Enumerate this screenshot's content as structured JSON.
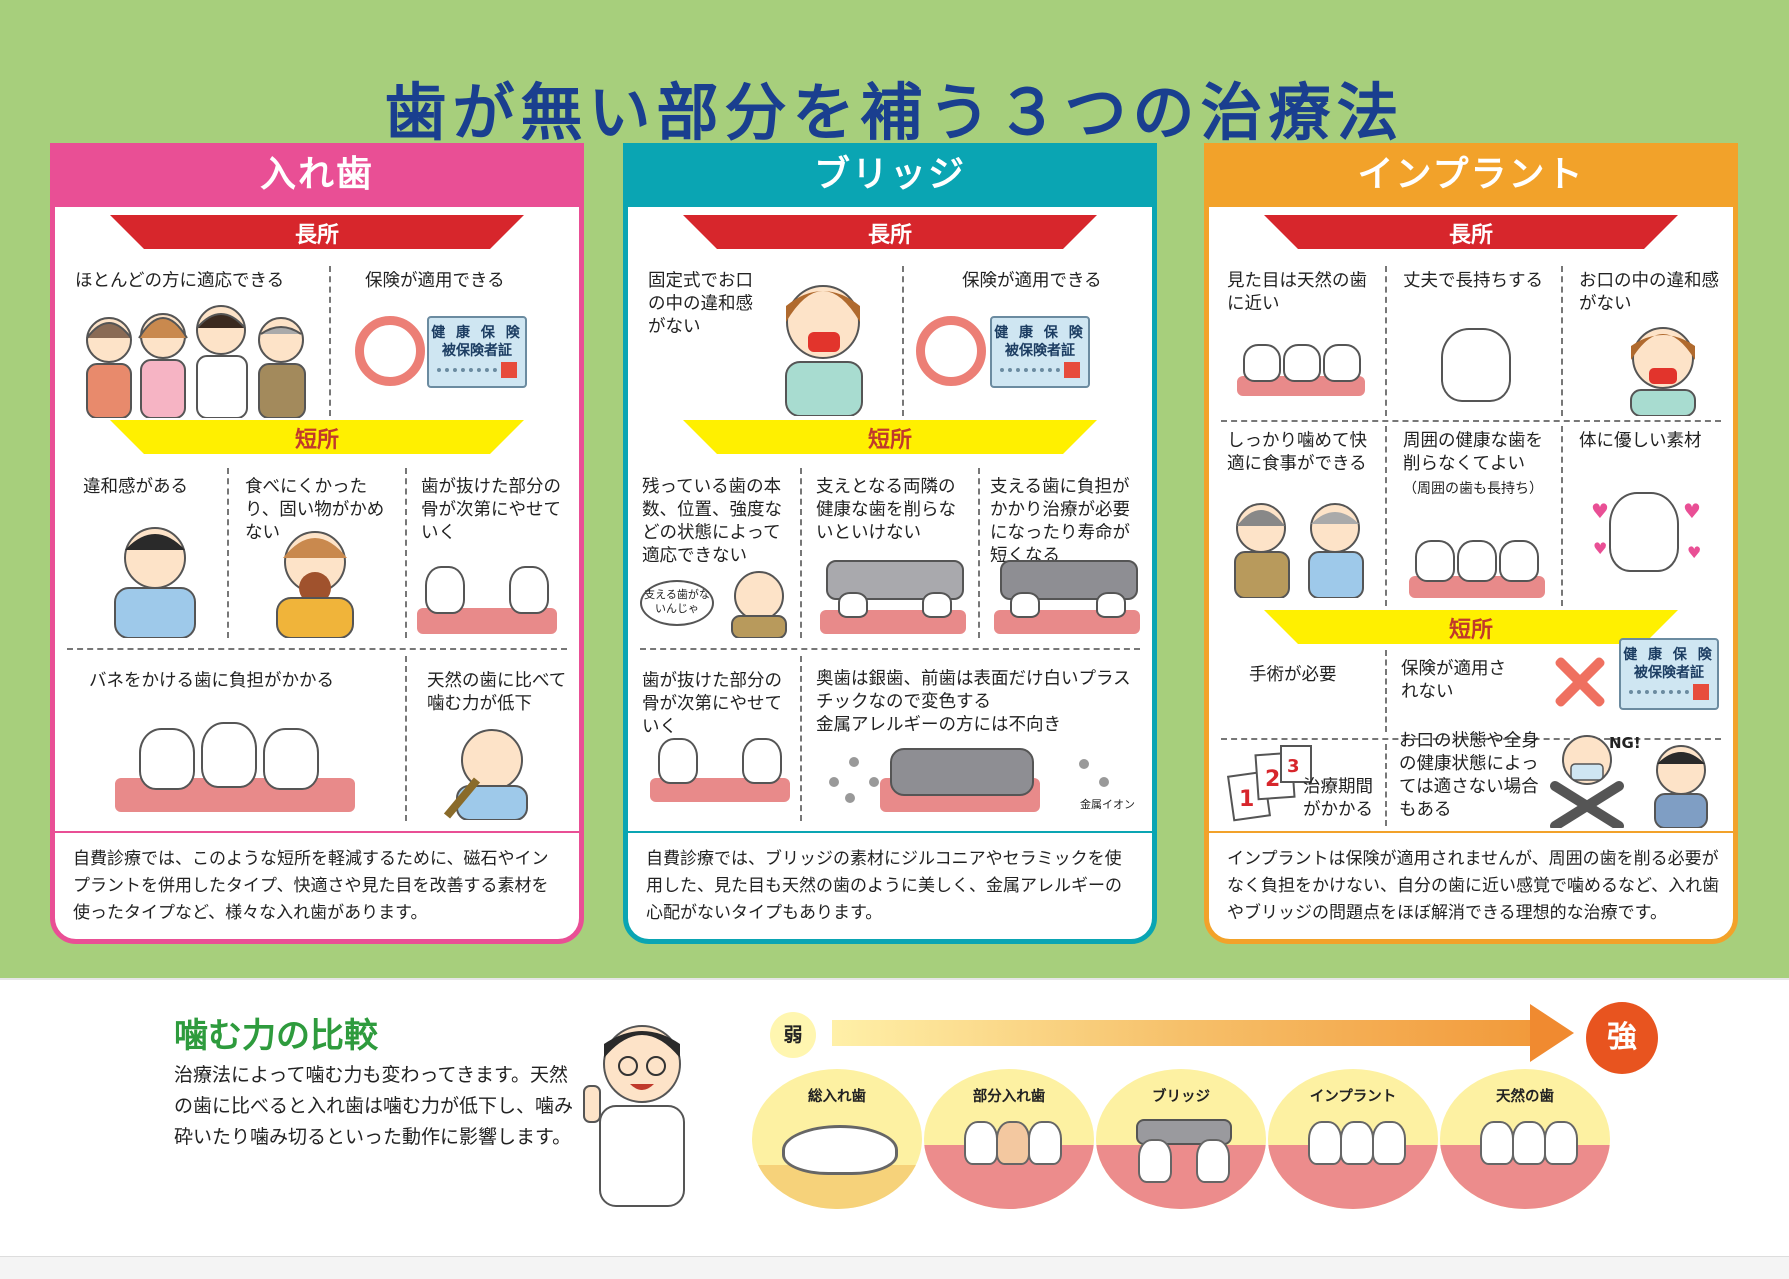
{
  "title": "歯が無い部分を補う３つの治療法",
  "panels": {
    "denture": {
      "name": "入れ歯",
      "adv_label": "長所",
      "adv": [
        "ほとんどの方に適応できる",
        "保険が適用できる"
      ],
      "card": {
        "line1": "健 康 保 険",
        "line2": "被保険者証"
      },
      "dis_label": "短所",
      "dis": [
        "違和感がある",
        "食べにくかったり、固い物がかめない",
        "歯が抜けた部分の骨が次第にやせていく",
        "バネをかける歯に負担がかかる",
        "天然の歯に比べて噛む力が低下"
      ],
      "note": "自費診療では、このような短所を軽減するために、磁石やインプラントを併用したタイプ、快適さや見た目を改善する素材を使ったタイプなど、様々な入れ歯があります。"
    },
    "bridge": {
      "name": "ブリッジ",
      "adv_label": "長所",
      "adv": [
        "固定式でお口の中の違和感がない",
        "保険が適用できる"
      ],
      "card": {
        "line1": "健 康 保 険",
        "line2": "被保険者証"
      },
      "dis_label": "短所",
      "dis": [
        "残っている歯の本数、位置、強度などの状態によって適応できない",
        "支えとなる両隣の健康な歯を削らないといけない",
        "支える歯に負担がかかり治療が必要になったり寿命が短くなる",
        "歯が抜けた部分の骨が次第にやせていく",
        "奥歯は銀歯、前歯は表面だけ白いプラスチックなので変色する",
        "金属アレルギーの方には不向き"
      ],
      "speech": "支える歯がないんじゃ",
      "ion_label": "金属イオン",
      "note": "自費診療では、ブリッジの素材にジルコニアやセラミックを使用した、見た目も天然の歯のように美しく、金属アレルギーの心配がないタイプもあります。"
    },
    "implant": {
      "name": "インプラント",
      "adv_label": "長所",
      "adv": [
        "見た目は天然の歯に近い",
        "丈夫で長持ちする",
        "お口の中の違和感がない",
        "しっかり噛めて快適に食事ができる",
        "周囲の健康な歯を削らなくてよい",
        "（周囲の歯も長持ち）",
        "体に優しい素材"
      ],
      "dis_label": "短所",
      "dis": [
        "手術が必要",
        "保険が適用されない",
        "治療期間がかかる",
        "お口の状態や全身の健康状態によっては適さない場合もある"
      ],
      "card": {
        "line1": "健 康 保 険",
        "line2": "被保険者証"
      },
      "ng": "NG!",
      "note": "インプラントは保険が適用されませんが、周囲の歯を削る必要がなく負担をかけない、自分の歯に近い感覚で噛めるなど、入れ歯やブリッジの問題点をほぼ解消できる理想的な治療です。"
    }
  },
  "compare": {
    "title": "噛む力の比較",
    "desc": "治療法によって噛む力も変わってきます。天然の歯に比べると入れ歯は噛む力が低下し、噛み砕いたり噛み切るといった動作に影響します。",
    "weak": "弱",
    "strong": "強",
    "items": [
      "総入れ歯",
      "部分入れ歯",
      "ブリッジ",
      "インプラント",
      "天然の歯"
    ]
  }
}
